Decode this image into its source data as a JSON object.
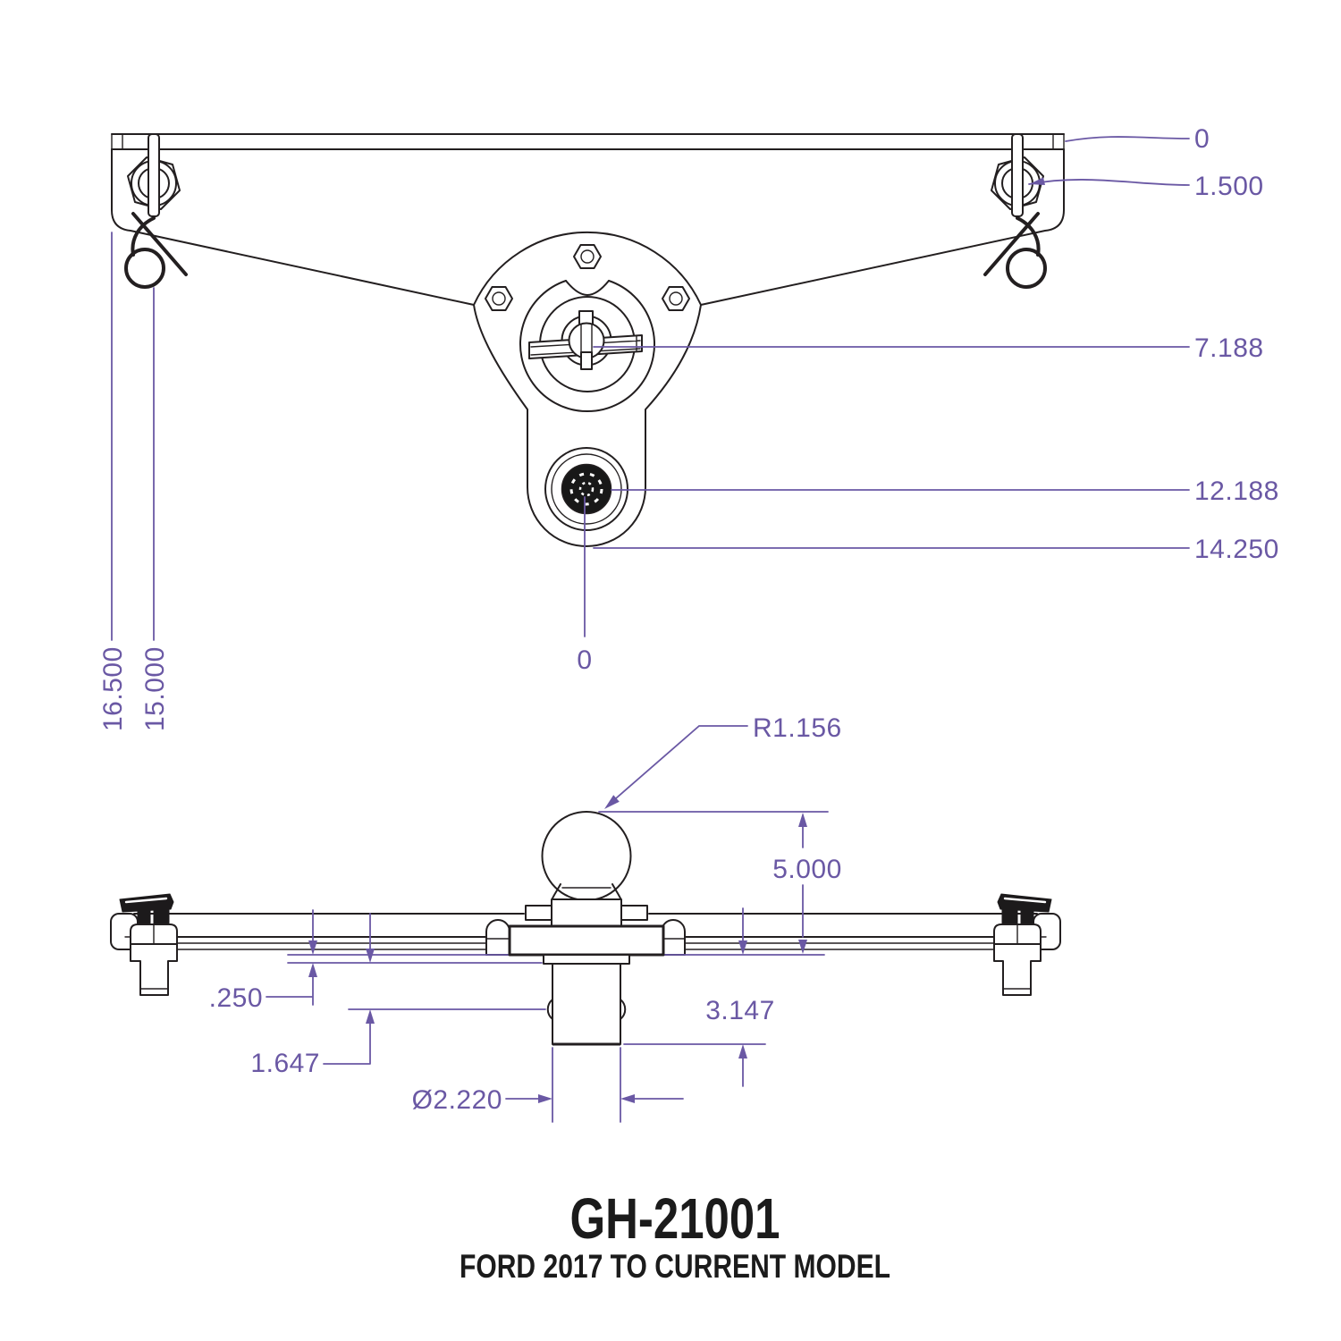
{
  "title": {
    "part_number": "GH-21001",
    "subtitle": "FORD 2017 TO CURRENT MODEL"
  },
  "colors": {
    "dimension": "#6a58a4",
    "linework": "#231f20",
    "title": "#1b1b1b"
  },
  "top_view": {
    "dims": {
      "datum_top": "0",
      "pin_drop": "1.500",
      "handle_drop": "7.188",
      "ball_drop": "12.188",
      "plate_bottom_drop": "14.250",
      "rail_end_offset": "16.500",
      "pin_offset": "15.000",
      "center_datum": "0"
    }
  },
  "front_view": {
    "dims": {
      "ball_radius": "R1.156",
      "ball_height": "5.000",
      "plate_thickness": ".250",
      "detent_offset": "1.647",
      "shank_length": "3.147",
      "shank_diameter": "Ø2.220"
    }
  }
}
